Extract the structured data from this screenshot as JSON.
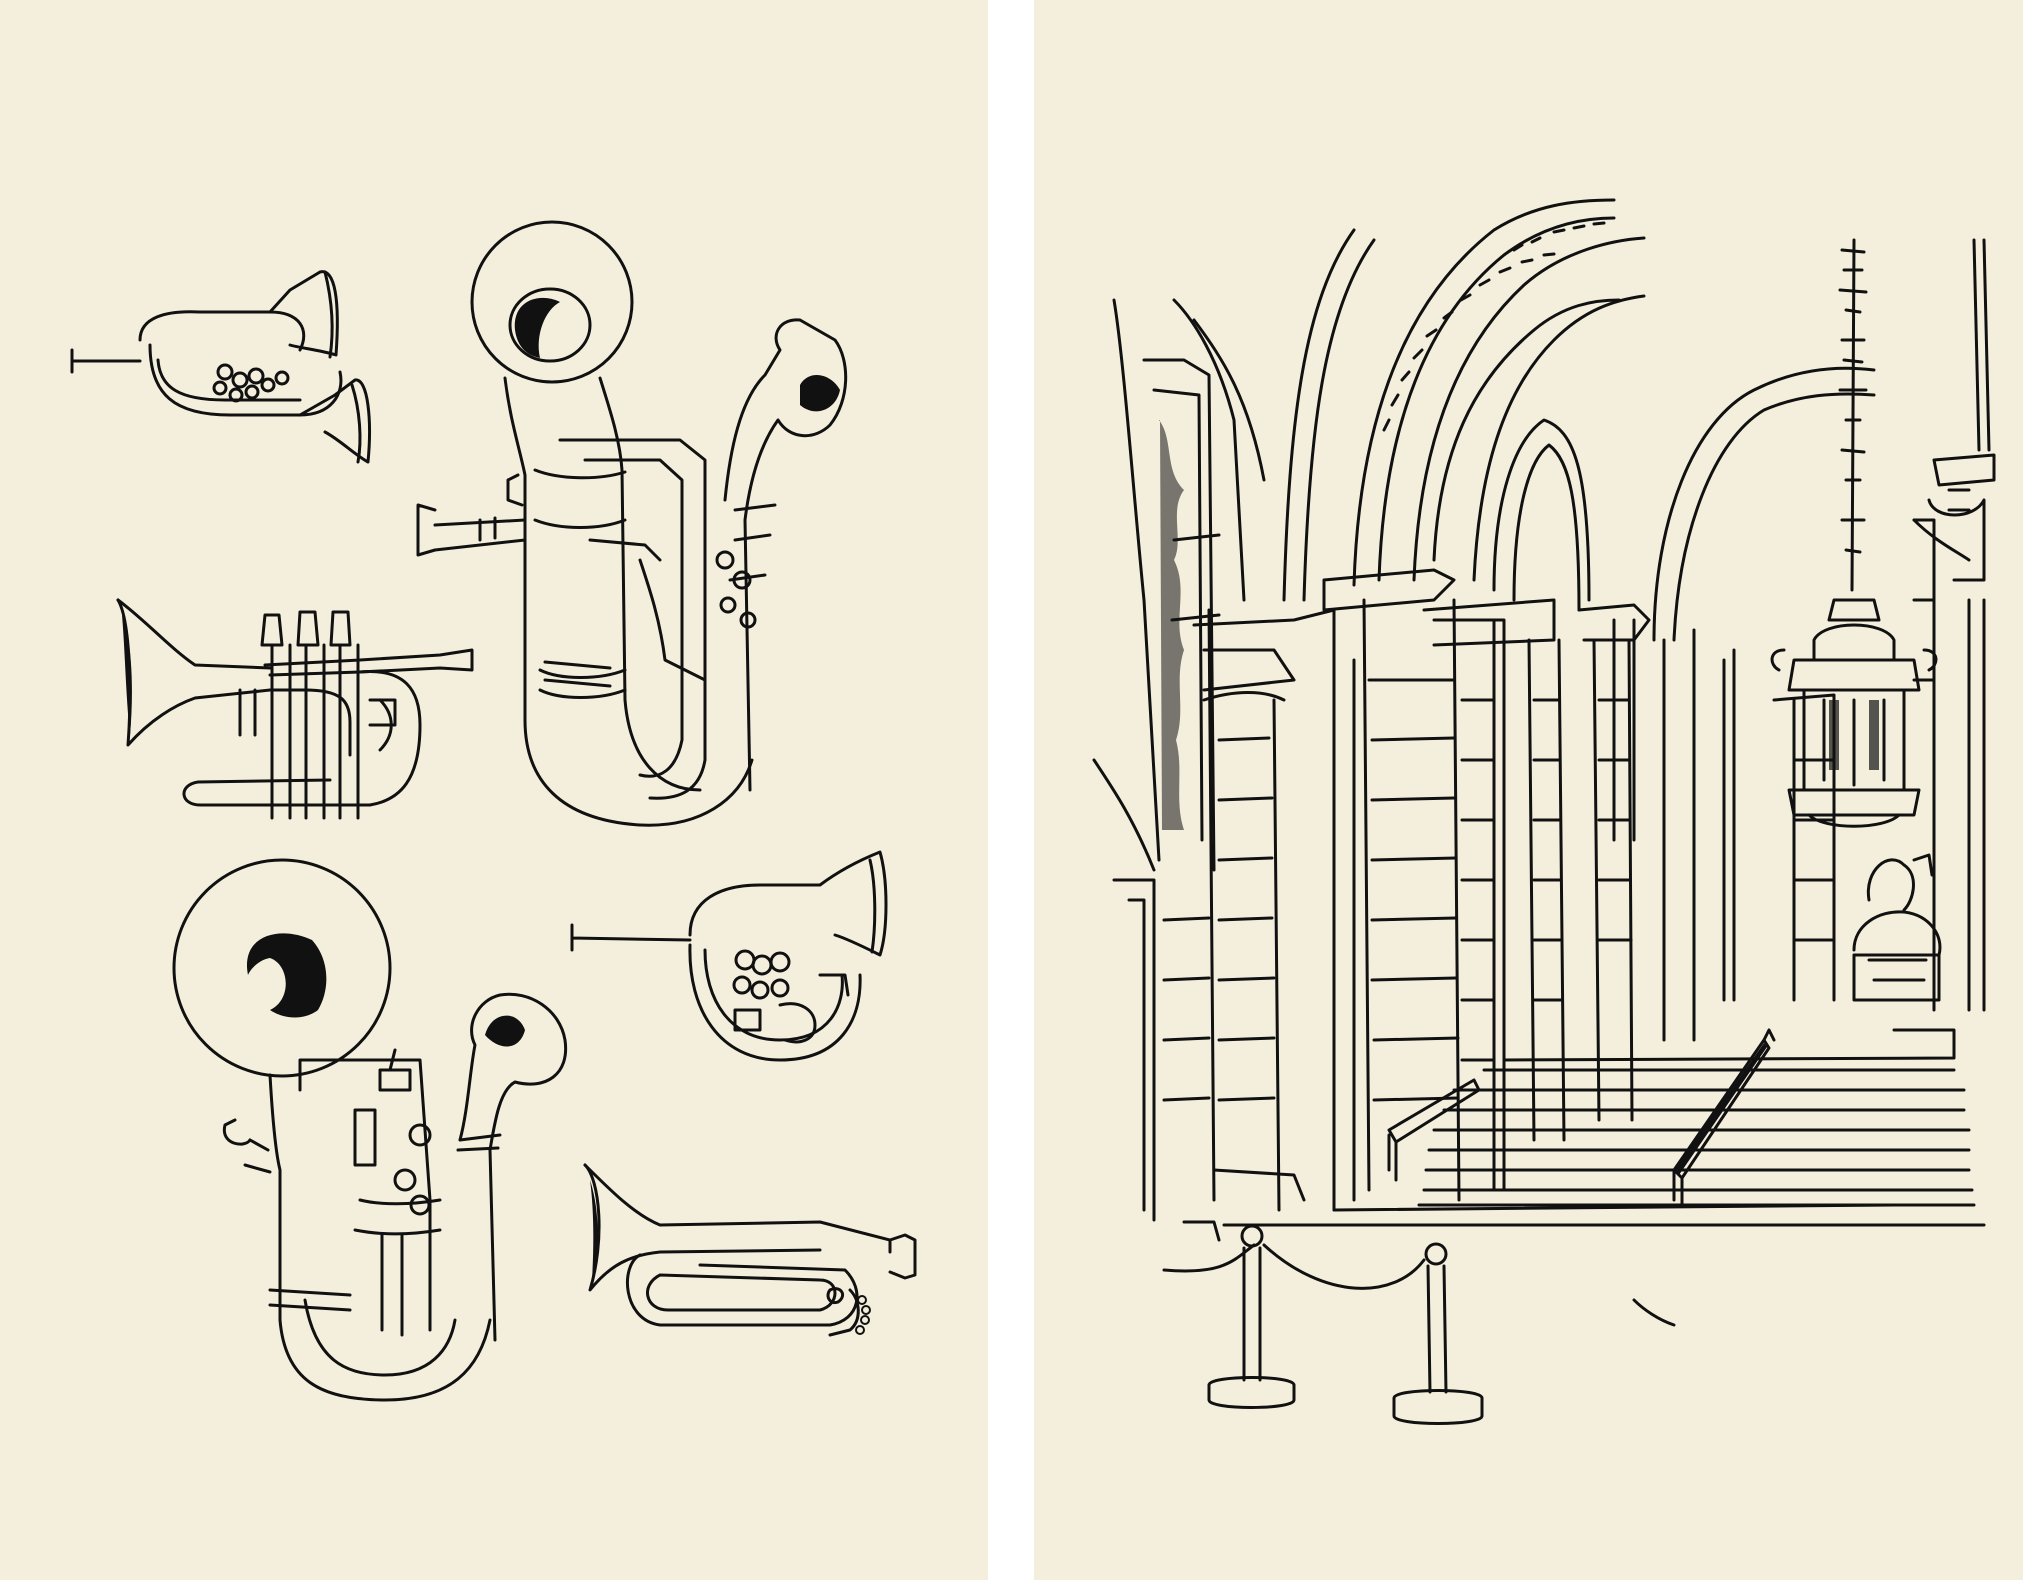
{
  "sheets": [
    {
      "id": "left",
      "subject": "brass-instruments-sketch",
      "paper_color": "#f4efdd",
      "ink_color": "#111111",
      "instruments": [
        "alto-horn-small",
        "euphonium-large",
        "pocket-trumpet",
        "tuba-large",
        "mellophone",
        "bugle"
      ]
    },
    {
      "id": "right",
      "subject": "cathedral-interior-sketch",
      "paper_color": "#f4efdd",
      "ink_color": "#111111",
      "elements": [
        "gothic-arches",
        "stone-pillars",
        "hanging-lantern",
        "staircase",
        "handrails",
        "bust-statue",
        "rope-barrier-stanchions"
      ]
    }
  ]
}
